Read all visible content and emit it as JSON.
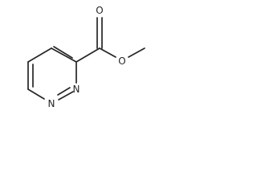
{
  "molecule": {
    "atoms": {
      "n1": "N",
      "n2": "N",
      "carbonyl_o": "O",
      "ester_o": "O"
    },
    "colors": {
      "bond": "#262626",
      "text": "#262626",
      "background": "#ffffff"
    }
  }
}
